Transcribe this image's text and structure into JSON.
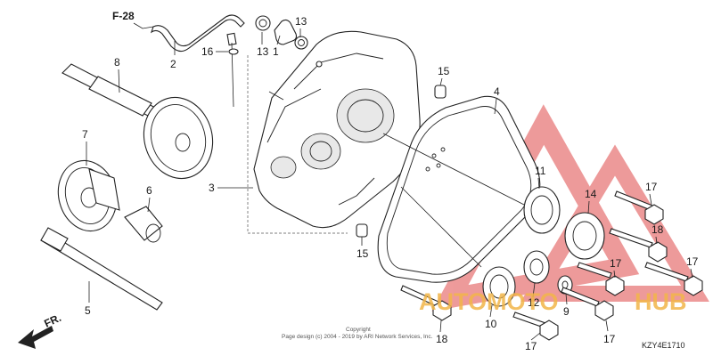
{
  "reference": "F-28",
  "front_label": "FR.",
  "callouts": [
    "1",
    "2",
    "3",
    "4",
    "5",
    "6",
    "7",
    "8",
    "9",
    "10",
    "11",
    "12",
    "13",
    "13",
    "14",
    "15",
    "15",
    "16",
    "17",
    "17",
    "17",
    "17",
    "17",
    "18",
    "18"
  ],
  "copyright_title": "Copyright",
  "copyright_text": "Page design (c) 2004 - 2019 by ARI Network Services, Inc.",
  "diagram_code": "KZY4E1710",
  "watermark": {
    "text_left": "AUTOMOTO",
    "text_right": "HUB",
    "color": "#f2b64a",
    "triangle_color": "#e04848"
  }
}
